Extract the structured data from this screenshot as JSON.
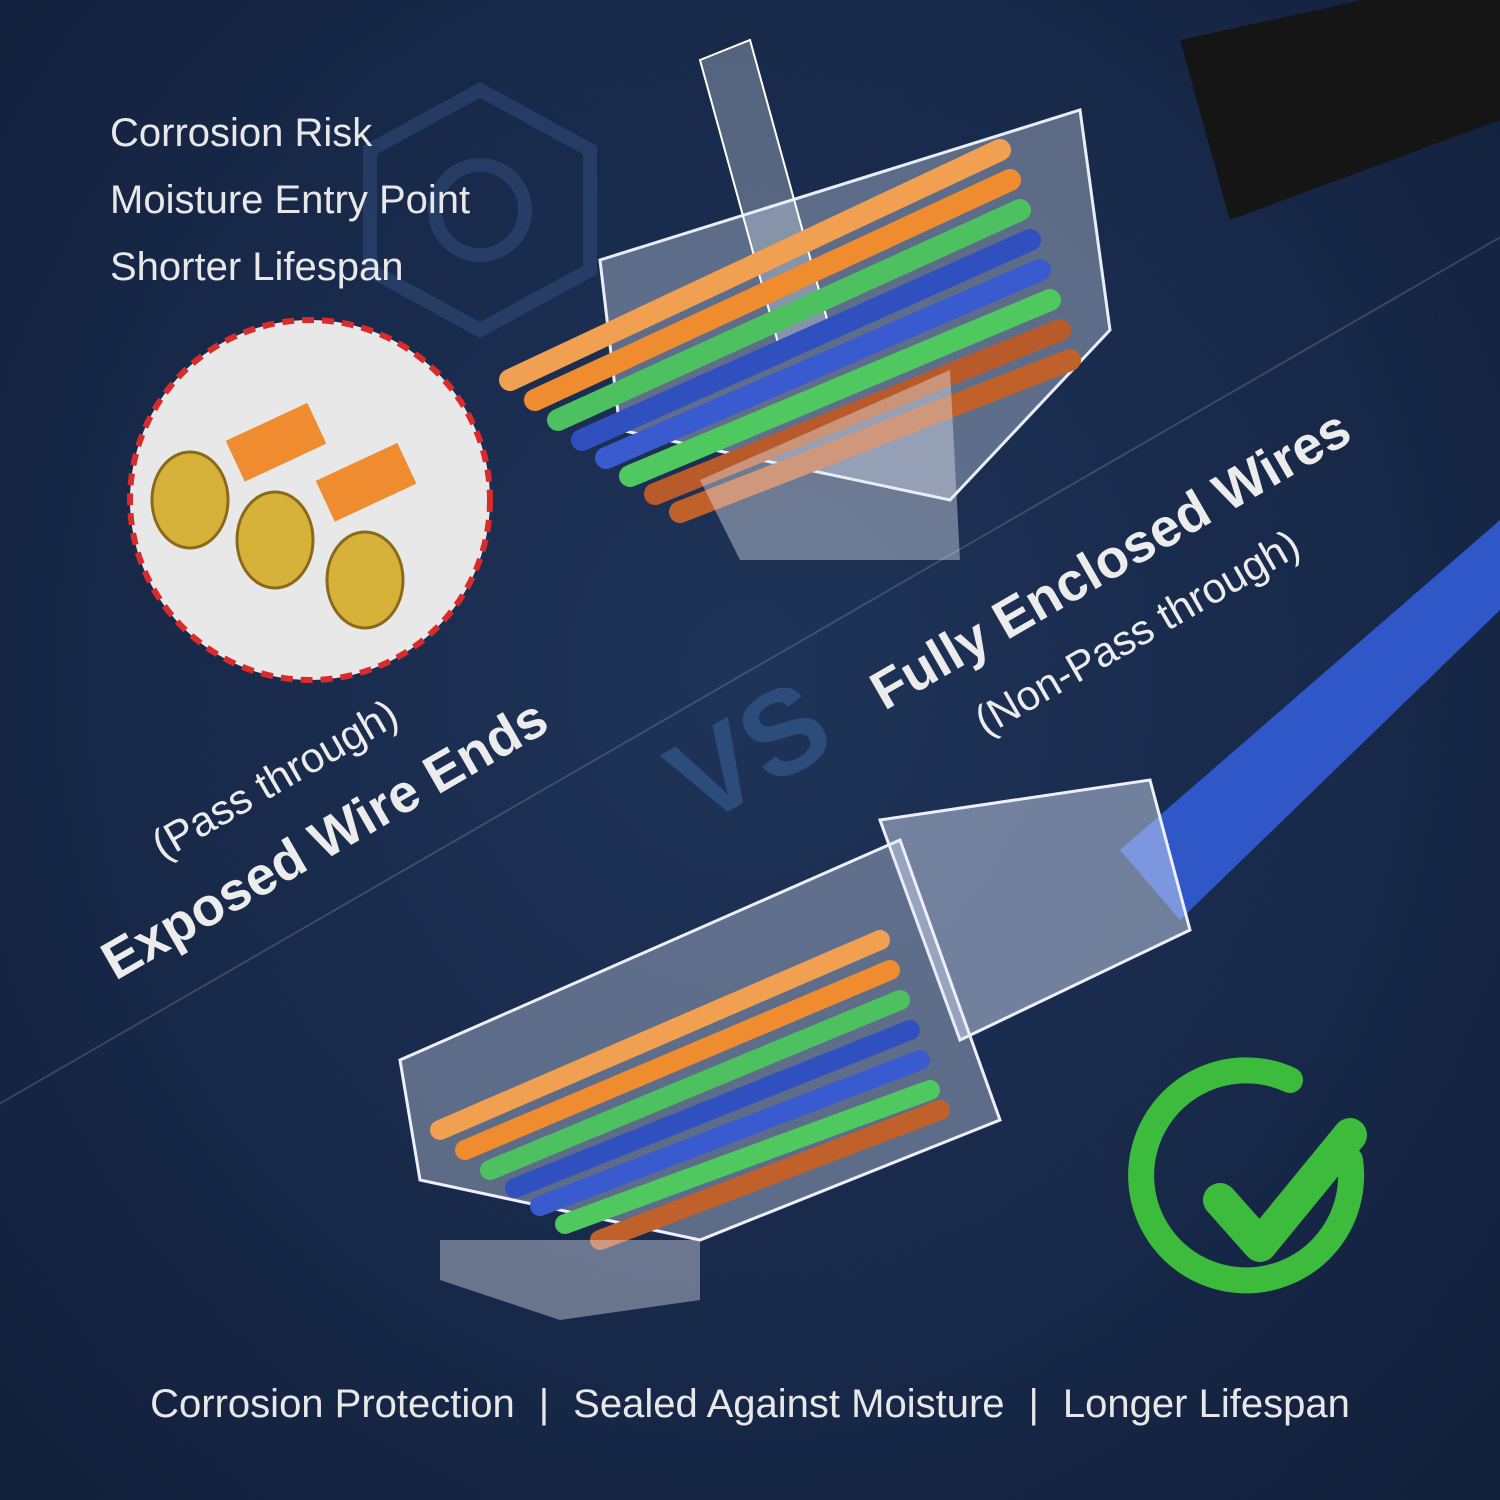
{
  "top_points": [
    "Corrosion Risk",
    "Moisture Entry Point",
    "Shorter Lifespan"
  ],
  "left_label": {
    "subtitle": "(Pass through)",
    "title": "Exposed Wire Ends"
  },
  "vs_label": "VS",
  "right_label": {
    "title": "Fully Enclosed Wires",
    "subtitle": "(Non-Pass through)"
  },
  "bottom_points": [
    "Corrosion Protection",
    "Sealed Against Moisture",
    "Longer Lifespan"
  ],
  "separator": "|",
  "icons": {
    "check": "check-circle-icon",
    "warning": "corrosion-hex-icon"
  },
  "colors": {
    "background": "#18294a",
    "check": "#3dbb3d",
    "dashed_border": "#d92b2b",
    "cable_blue": "#2f57c8"
  }
}
